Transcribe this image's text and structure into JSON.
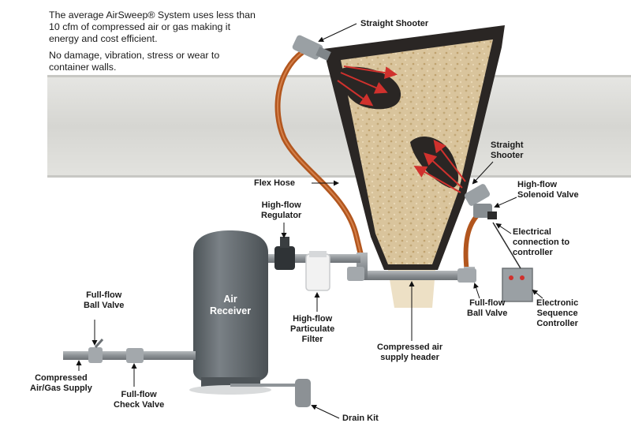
{
  "intro": {
    "line1": "The average AirSweep® System uses less than 10 cfm of compressed air or gas making it energy and cost efficient.",
    "line2": "No damage, vibration, stress or wear to container walls."
  },
  "labels": {
    "straight_shooter_top": "Straight Shooter",
    "straight_shooter_right": "Straight\nShooter",
    "flex_hose": "Flex Hose",
    "high_flow_regulator": "High-flow\nRegulator",
    "high_flow_solenoid_valve": "High-flow\nSolenoid Valve",
    "electrical_connection": "Electrical\nconnection to\ncontroller",
    "air_receiver": "Air\nReceiver",
    "full_flow_ball_valve_left": "Full-flow\nBall Valve",
    "full_flow_ball_valve_right": "Full-flow\nBall Valve",
    "electronic_sequence_controller": "Electronic\nSequence\nController",
    "high_flow_particulate_filter": "High-flow\nParticulate\nFilter",
    "compressed_air_supply_header": "Compressed air\nsupply header",
    "compressed_air_gas_supply": "Compressed\nAir/Gas Supply",
    "full_flow_check_valve": "Full-flow\nCheck Valve",
    "drain_kit": "Drain Kit"
  },
  "colors": {
    "wall": "#dcdcda",
    "hopper": "#2a2624",
    "material": "#d8c39a",
    "hose": "#b2561e",
    "pipe": "#8f9498",
    "tank": "#5f666b",
    "arrow": "#d0312d",
    "filter": "#f2f2f2"
  }
}
